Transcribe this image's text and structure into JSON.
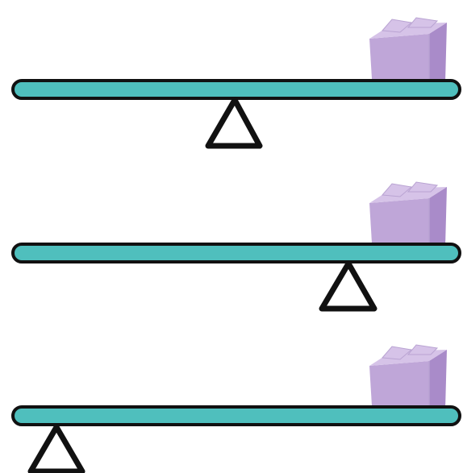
{
  "colors": {
    "beam_fill": "#4fbfbd",
    "beam_outline": "#111111",
    "fulcrum_outline": "#111111",
    "fulcrum_fill": "#ffffff",
    "box_front": "#bfa6d8",
    "box_side": "#a98bc9",
    "box_top": "#d6c3e8",
    "box_outline": "#b9a3d2"
  },
  "levers": [
    {
      "fulcrum_position": "center",
      "load_position": "right-end",
      "load_icon": "box-icon"
    },
    {
      "fulcrum_position": "near-right",
      "load_position": "right-end",
      "load_icon": "box-icon"
    },
    {
      "fulcrum_position": "left-end",
      "load_position": "right-end",
      "load_icon": "box-icon"
    }
  ]
}
